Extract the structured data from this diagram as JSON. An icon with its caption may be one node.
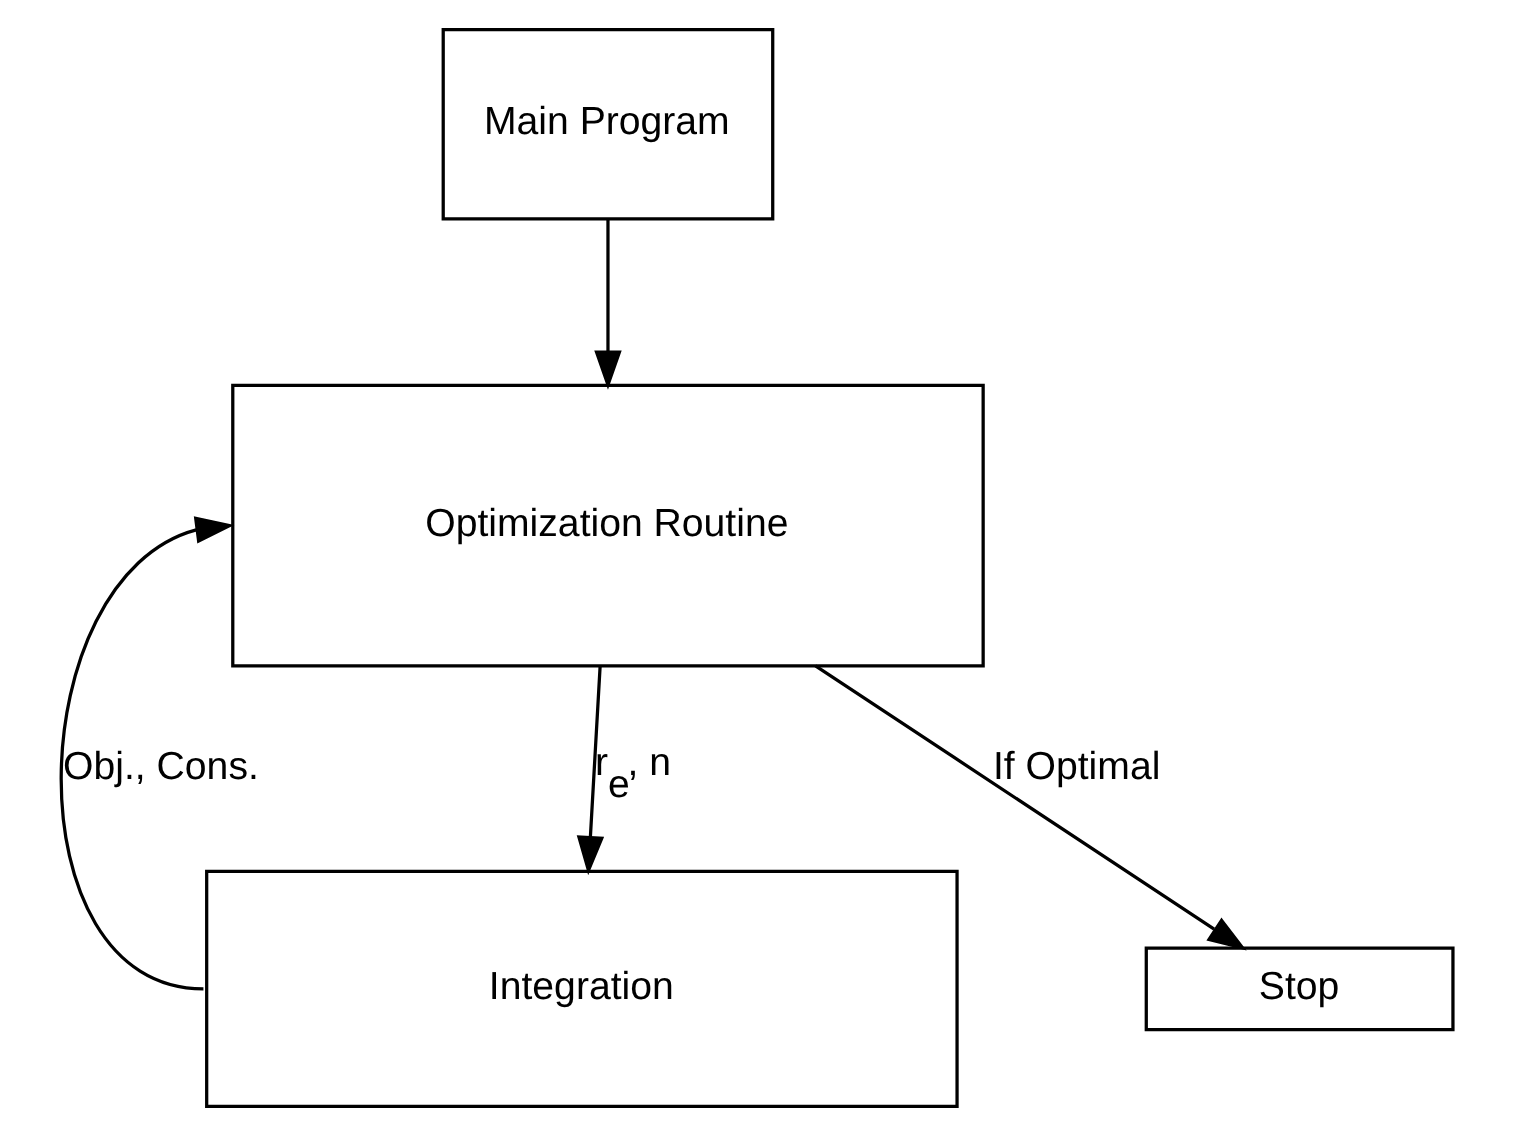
{
  "diagram": {
    "nodes": [
      {
        "text": [
          "Main Program"
        ]
      },
      {
        "text": [
          "Optimization Routine"
        ]
      },
      {
        "text": [
          "Integration"
        ]
      },
      {
        "text": [
          "Stop"
        ]
      }
    ],
    "edges": [
      {
        "from": 0,
        "to": 1,
        "arrow": "to"
      },
      {
        "from": 1,
        "to": 3,
        "arrow": "to",
        "label": "If Optimal"
      },
      {
        "from": 1,
        "to": 2,
        "arrow": "to",
        "label": "r$_{e}$, n"
      },
      {
        "from": 2,
        "to": 1,
        "arrow": "to",
        "label": "Obj., Cons."
      }
    ]
  }
}
